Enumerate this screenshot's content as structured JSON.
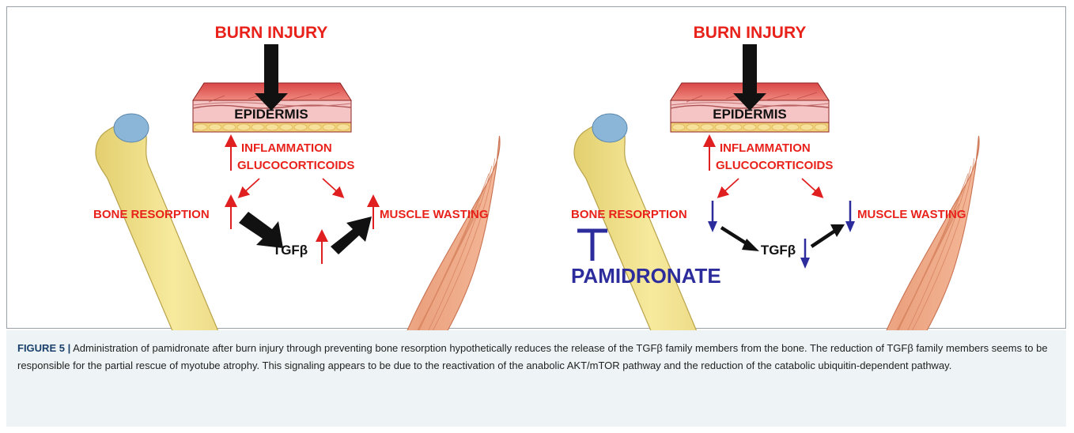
{
  "figure": {
    "panels": [
      {
        "burn_label": "BURN INJURY",
        "epidermis_label": "EPIDERMIS",
        "inflammation_label": "INFLAMMATION",
        "glucocorticoids_label": "GLUCOCORTICOIDS",
        "bone_label": "BONE RESORPTION",
        "muscle_label": "MUSCLE WASTING",
        "tgfb_label": "TGFβ"
      },
      {
        "burn_label": "BURN INJURY",
        "epidermis_label": "EPIDERMIS",
        "inflammation_label": "INFLAMMATION",
        "glucocorticoids_label": "GLUCOCORTICOIDS",
        "bone_label": "BONE RESORPTION",
        "muscle_label": "MUSCLE WASTING",
        "tgfb_label": "TGFβ",
        "drug_label": "PAMIDRONATE"
      }
    ],
    "colors": {
      "label_red": "#e8221b",
      "label_black": "#111111",
      "increase_arrow": "#e02020",
      "decrease_arrow": "#2c2c9c",
      "drug_blue": "#2c2c9c",
      "skin_top": "#d94a4a",
      "bone": "#f2e08a",
      "bone_cap": "#8cb6d8",
      "muscle": "#eba27f"
    }
  },
  "caption": {
    "label": "FIGURE 5 |",
    "text": " Administration of pamidronate after burn injury through preventing bone resorption hypothetically reduces the release of the TGFβ family members from the bone. The reduction of TGFβ family members seems to be responsible for the partial rescue of myotube atrophy. This signaling appears to be due to the reactivation of the anabolic AKT/mTOR pathway and the reduction of the catabolic ubiquitin-dependent pathway."
  }
}
